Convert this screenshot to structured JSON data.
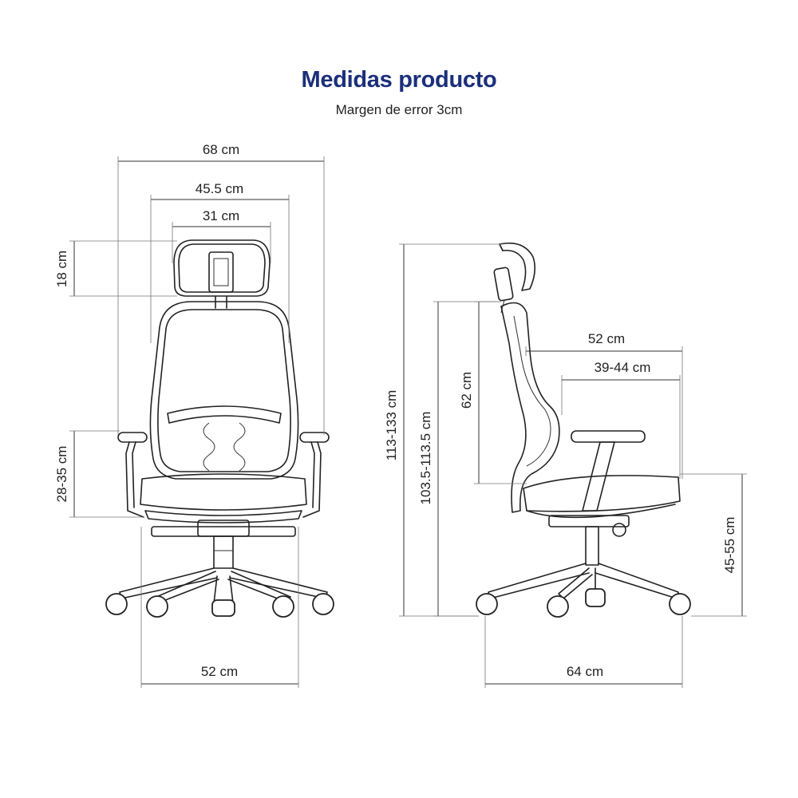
{
  "header": {
    "title": "Medidas producto",
    "subtitle": "Margen de error 3cm"
  },
  "front_view": {
    "total_width": "68 cm",
    "backrest_width": "45.5 cm",
    "headrest_width": "31 cm",
    "headrest_height": "18 cm",
    "armrest_height": "28-35 cm",
    "base_width": "52 cm"
  },
  "side_view": {
    "total_height": "113-133 cm",
    "height_no_headrest": "103.5-113.5 cm",
    "backrest_height": "62 cm",
    "seat_depth_total": "52 cm",
    "seat_depth": "39-44 cm",
    "seat_height": "45-55 cm",
    "base_depth": "64 cm"
  },
  "colors": {
    "title": "#1b2f7a",
    "line": "#222222"
  }
}
